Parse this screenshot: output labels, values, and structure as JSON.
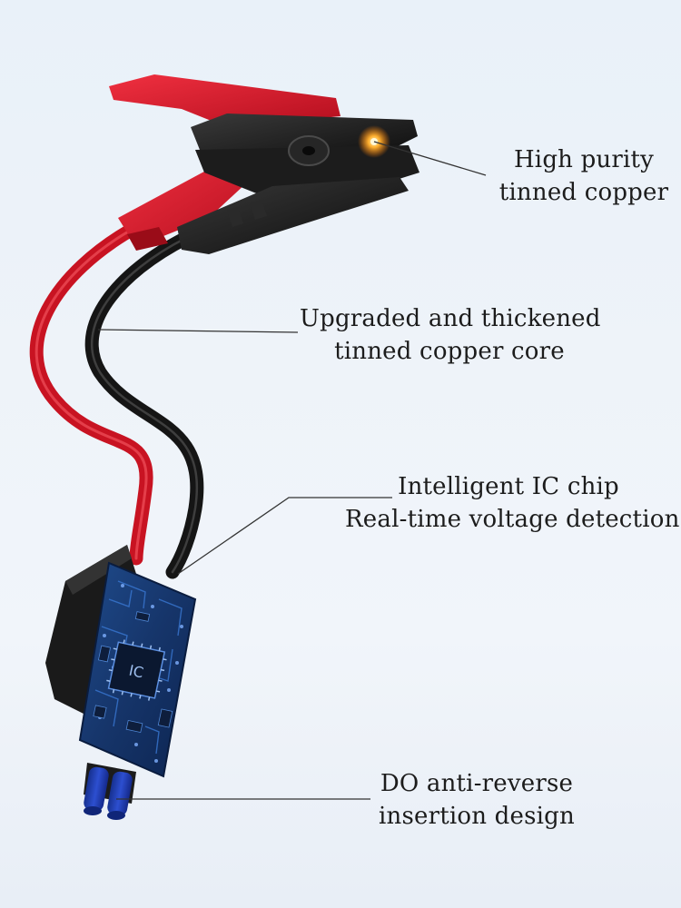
{
  "labels": {
    "copper": {
      "line1": "High purity",
      "line2": "tinned copper"
    },
    "core": {
      "line1": "Upgraded and thickened",
      "line2": "tinned copper core"
    },
    "chip": {
      "line1": "Intelligent IC chip",
      "line2": "Real-time voltage detection"
    },
    "connector": {
      "line1": "DO anti-reverse",
      "line2": "insertion design"
    }
  },
  "chip_marking": "IC",
  "colors": {
    "red_clamp": "#d8182a",
    "black_clamp": "#141414",
    "pcb_blue": "#1a3f7a",
    "connector_blue": "#1e3aa8",
    "background": "#eaf1f8"
  }
}
